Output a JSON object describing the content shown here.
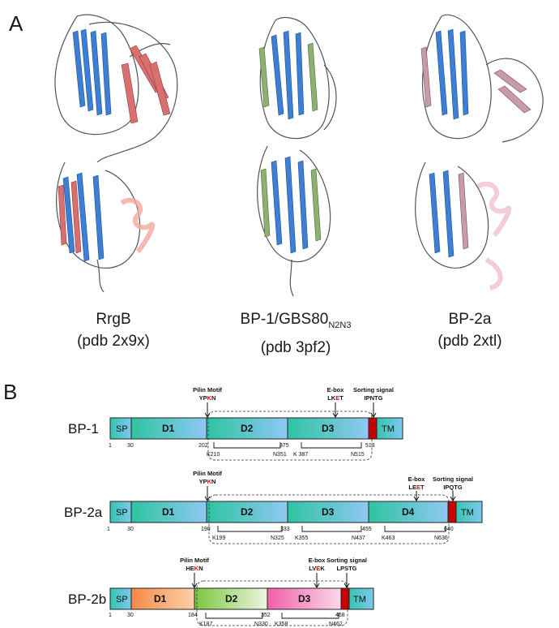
{
  "panel_a": {
    "letter": "A",
    "structures": [
      {
        "name": "RrgB",
        "pdb": "(pdb 2x9x)"
      },
      {
        "name_main": "BP-1/GBS80",
        "name_sub": "N2N3",
        "pdb": "(pdb 3pf2)"
      },
      {
        "name": "BP-2a",
        "pdb": "(pdb 2xtl)"
      }
    ]
  },
  "panel_b": {
    "letter": "B",
    "constructs": [
      {
        "name": "BP-1",
        "pilin_motif": {
          "title": "Pilin Motif",
          "seq_pre": "YP",
          "seq_k": "K",
          "seq_post": "N"
        },
        "ebox": {
          "title": "E-box",
          "seq_pre": "LK",
          "seq_e": "E",
          "seq_post": "T"
        },
        "sorting": {
          "title": "Sorting signal",
          "seq": "IPNTG"
        },
        "domains": [
          "SP",
          "D1",
          "D2",
          "D3",
          "TM"
        ],
        "positions": [
          "1",
          "30",
          "202",
          "375",
          "513"
        ],
        "bonds": [
          [
            "K210",
            "N351"
          ],
          [
            "K 387",
            "N515"
          ]
        ]
      },
      {
        "name": "BP-2a",
        "pilin_motif": {
          "title": "Pilin Motif",
          "seq_pre": "YP",
          "seq_k": "K",
          "seq_post": "N"
        },
        "ebox": {
          "title": "E-box",
          "seq_pre": "LE",
          "seq_e": "E",
          "seq_post": "T"
        },
        "sorting": {
          "title": "Sorting signal",
          "seq": "IPQTG"
        },
        "domains": [
          "SP",
          "D1",
          "D2",
          "D3",
          "D4",
          "TM"
        ],
        "positions": [
          "1",
          "30",
          "190",
          "333",
          "455",
          "640"
        ],
        "bonds": [
          [
            "K199",
            "N325"
          ],
          [
            "K355",
            "N437"
          ],
          [
            "K463",
            "N636"
          ]
        ]
      },
      {
        "name": "BP-2b",
        "pilin_motif": {
          "title": "Pilin Motif",
          "seq_pre": "HE",
          "seq_k": "K",
          "seq_post": "N"
        },
        "ebox": {
          "title": "E-box",
          "seq_pre": "LV",
          "seq_e": "E",
          "seq_post": "K"
        },
        "sorting": {
          "title": "Sorting signal",
          "seq": "LPSTG"
        },
        "domains": [
          "SP",
          "D1",
          "D2",
          "D3",
          "TM"
        ],
        "positions": [
          "1",
          "30",
          "184",
          "352",
          "468"
        ],
        "bonds": [
          [
            "K187",
            "N330"
          ],
          [
            "K358",
            "N462"
          ]
        ]
      }
    ]
  },
  "colors": {
    "highlight_red": "#d01010",
    "sorting_box": "#cc0000"
  }
}
